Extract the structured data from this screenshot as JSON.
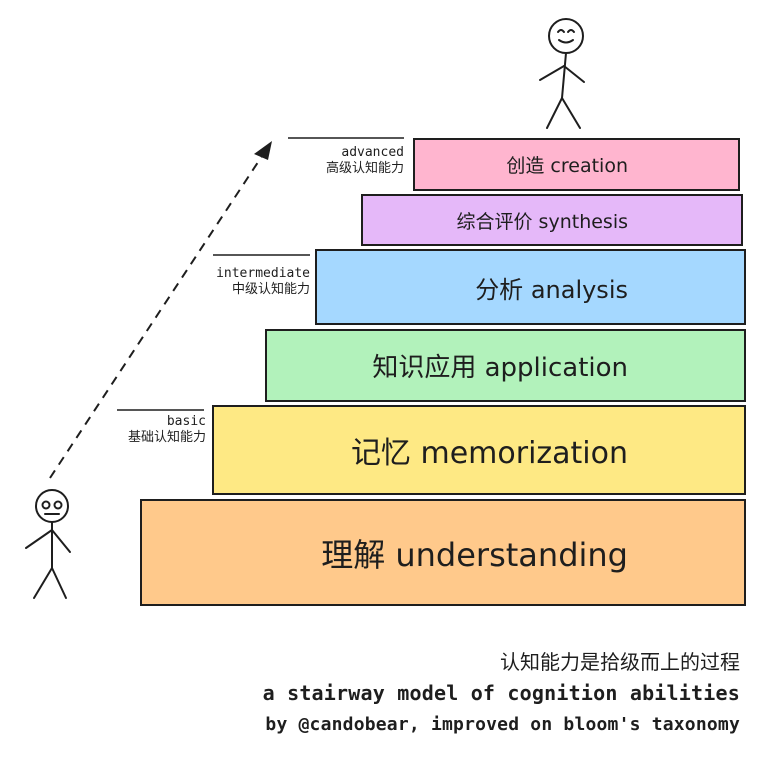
{
  "steps": [
    {
      "label": "理解 understanding",
      "color": "#ffc98b"
    },
    {
      "label": "记忆 memorization",
      "color": "#fee984"
    },
    {
      "label": "知识应用 application",
      "color": "#b2f2bb"
    },
    {
      "label": "分析 analysis",
      "color": "#a5d8ff"
    },
    {
      "label": "综合评价 synthesis",
      "color": "#e5b8f9"
    },
    {
      "label": "创造 creation",
      "color": "#ffb5cf"
    }
  ],
  "levels": {
    "basic": {
      "en": "basic",
      "cn": "基础认知能力"
    },
    "intermediate": {
      "en": "intermediate",
      "cn": "中级认知能力"
    },
    "advanced": {
      "en": "advanced",
      "cn": "高级认知能力"
    }
  },
  "caption": {
    "line1": "认知能力是拾级而上的过程",
    "line2": "a stairway model of cognition abilities",
    "line3": "by @candobear, improved on bloom's taxonomy"
  },
  "icons": [
    "stick-figure-bottom",
    "stick-figure-top",
    "dashed-arrow"
  ]
}
